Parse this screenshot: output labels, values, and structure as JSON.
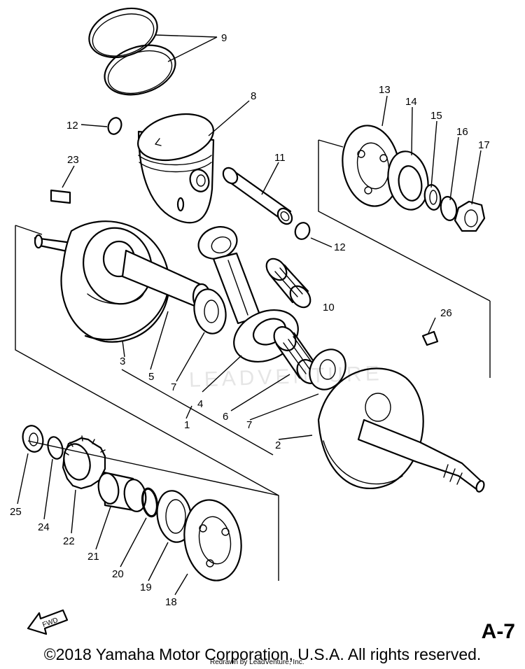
{
  "diagram": {
    "page_code": "A-7",
    "copyright": "©2018 Yamaha Motor Corporation, U.S.A. All rights reserved.",
    "redrawn_note": "Redrawn by LeadVenture, Inc.",
    "watermark": "LEADVENTURE",
    "fwd_label": "FWD",
    "callouts": {
      "c1": "1",
      "c2": "2",
      "c3": "3",
      "c4": "4",
      "c5": "5",
      "c6": "6",
      "c7a": "7",
      "c7b": "7",
      "c8": "8",
      "c9": "9",
      "c10": "10",
      "c11": "11",
      "c12a": "12",
      "c12b": "12",
      "c13": "13",
      "c14": "14",
      "c15": "15",
      "c16": "16",
      "c17": "17",
      "c18": "18",
      "c19": "19",
      "c20": "20",
      "c21": "21",
      "c22": "22",
      "c23": "23",
      "c24": "24",
      "c25": "25",
      "c26": "26"
    }
  }
}
